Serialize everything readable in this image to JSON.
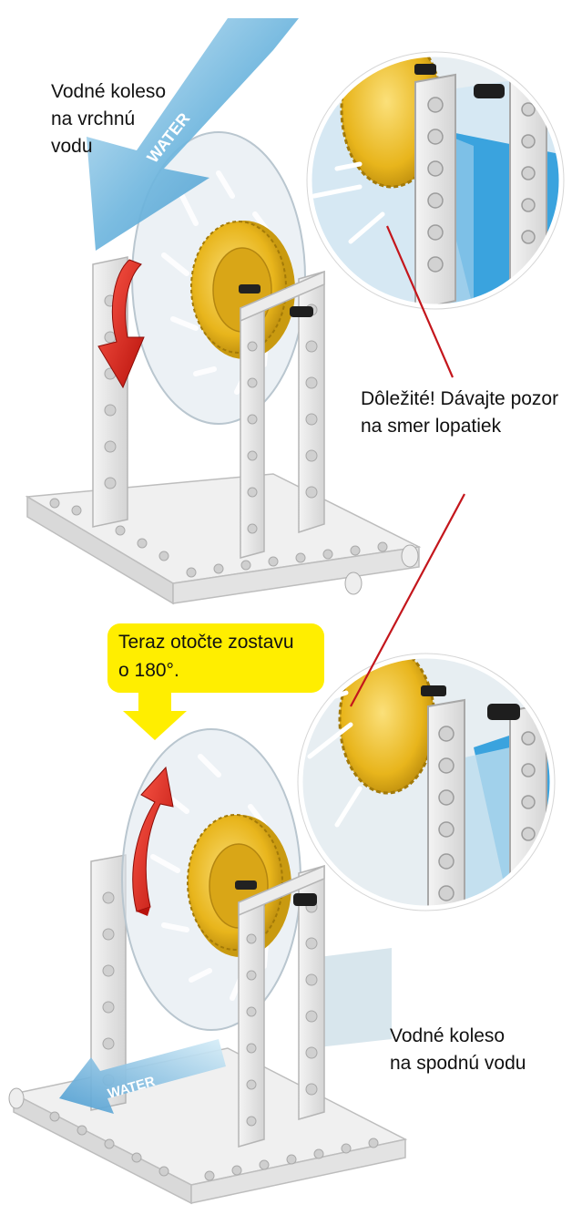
{
  "labels": {
    "overshot_wheel": "Vodné koleso\nna vrchnú\nvodu",
    "important_note": "Dôležité! Dávajte pozor\nna smer lopatiek",
    "rotate_instruction": "Teraz otočte zostavu\no 180°.",
    "undershot_wheel": "Vodné koleso\nna spodnú vodu"
  },
  "arrows": {
    "water_top": "WATER",
    "water_bottom": "WATER"
  },
  "colors": {
    "water_blue": "#5aa8d6",
    "rotation_red": "#d8261e",
    "callout_yellow": "#ffee00",
    "gear_gold": "#e8b51c",
    "frame_gray": "#e6e6e6",
    "leader_line": "#c4161c"
  }
}
